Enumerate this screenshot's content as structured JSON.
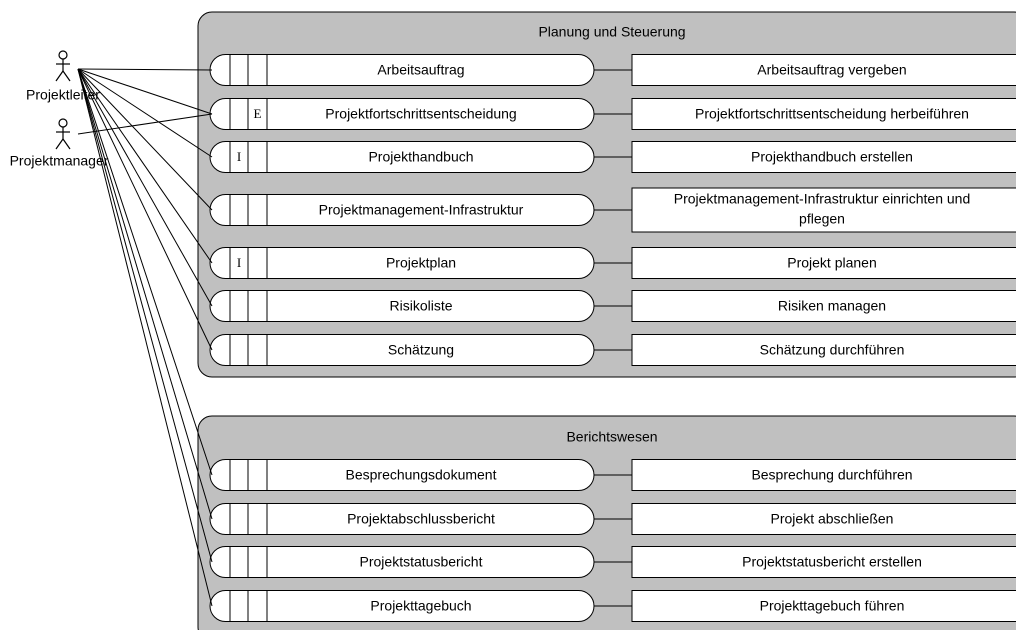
{
  "actors": {
    "projektleiter": "Projektleiter",
    "projektmanager": "Projektmanager"
  },
  "groups": [
    {
      "title": "Planung und Steuerung",
      "rows": [
        {
          "product": "Arbeitsauftrag",
          "mark": "",
          "activity": [
            "Arbeitsauftrag vergeben"
          ]
        },
        {
          "product": "Projektfortschrittsentscheidung",
          "mark": "E",
          "activity": [
            "Projektfortschrittsentscheidung herbeiführen"
          ]
        },
        {
          "product": "Projekthandbuch",
          "mark": "I",
          "activity": [
            "Projekthandbuch erstellen"
          ]
        },
        {
          "product": "Projektmanagement-Infrastruktur",
          "mark": "",
          "activity": [
            "Projektmanagement-Infrastruktur einrichten und",
            "pflegen"
          ]
        },
        {
          "product": "Projektplan",
          "mark": "I",
          "activity": [
            "Projekt planen"
          ]
        },
        {
          "product": "Risikoliste",
          "mark": "",
          "activity": [
            "Risiken managen"
          ]
        },
        {
          "product": "Schätzung",
          "mark": "",
          "activity": [
            "Schätzung durchführen"
          ]
        }
      ]
    },
    {
      "title": "Berichtswesen",
      "rows": [
        {
          "product": "Besprechungsdokument",
          "mark": "",
          "activity": [
            "Besprechung durchführen"
          ]
        },
        {
          "product": "Projektabschlussbericht",
          "mark": "",
          "activity": [
            "Projekt abschließen"
          ]
        },
        {
          "product": "Projektstatusbericht",
          "mark": "",
          "activity": [
            "Projektstatusbericht erstellen"
          ]
        },
        {
          "product": "Projekttagebuch",
          "mark": "",
          "activity": [
            "Projekttagebuch führen"
          ]
        }
      ]
    }
  ],
  "colors": {
    "group_fill": "#c0c0c0",
    "box_fill": "#ffffff",
    "stroke": "#000000"
  }
}
